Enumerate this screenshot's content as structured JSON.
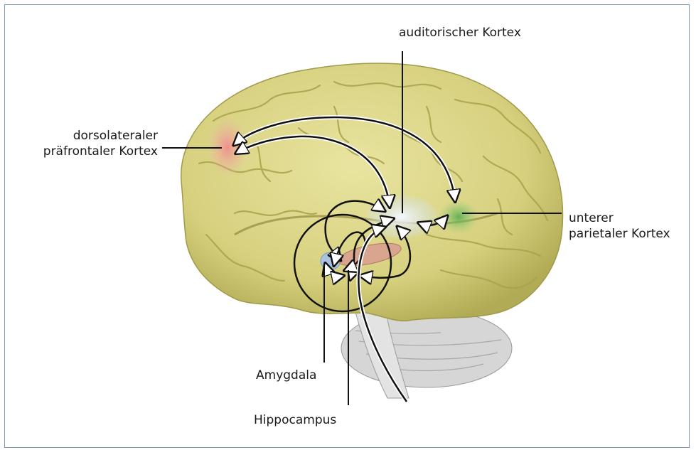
{
  "labels": {
    "auditory_cortex": "auditorischer Kortex",
    "dlpfc_line1": "dorsolateraler",
    "dlpfc_line2": "präfrontaler Kortex",
    "parietal_line1": "unterer",
    "parietal_line2": "parietaler Kortex",
    "amygdala": "Amygdala",
    "hippocampus": "Hippocampus"
  },
  "colors": {
    "frame": "#7a9bb0",
    "brain": "#dcd78a",
    "brain_shadow": "#b8b35e",
    "dlpfc": "#f2a7a7",
    "parietal": "#7fbf6a",
    "auditory": "#d8e6f4",
    "amygdala": "#a9c2e0",
    "hippocampus": "#d9a58f",
    "cerebellum": "#c9c9c9"
  }
}
